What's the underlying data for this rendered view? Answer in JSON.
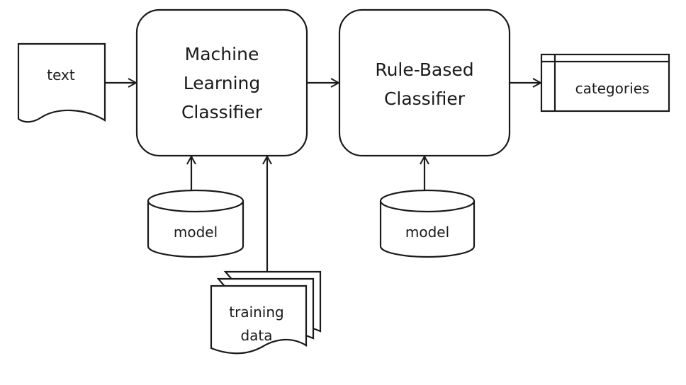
{
  "nodes": {
    "text_input": {
      "label": "text"
    },
    "ml_classifier": {
      "lines": [
        "Machine",
        "Learning",
        "Classifier"
      ]
    },
    "rule_classifier": {
      "lines": [
        "Rule-Based",
        "Classifier"
      ]
    },
    "categories": {
      "label": "categories"
    },
    "ml_model": {
      "label": "model"
    },
    "rule_model": {
      "label": "model"
    },
    "training_data": {
      "lines": [
        "training",
        "data"
      ]
    }
  }
}
